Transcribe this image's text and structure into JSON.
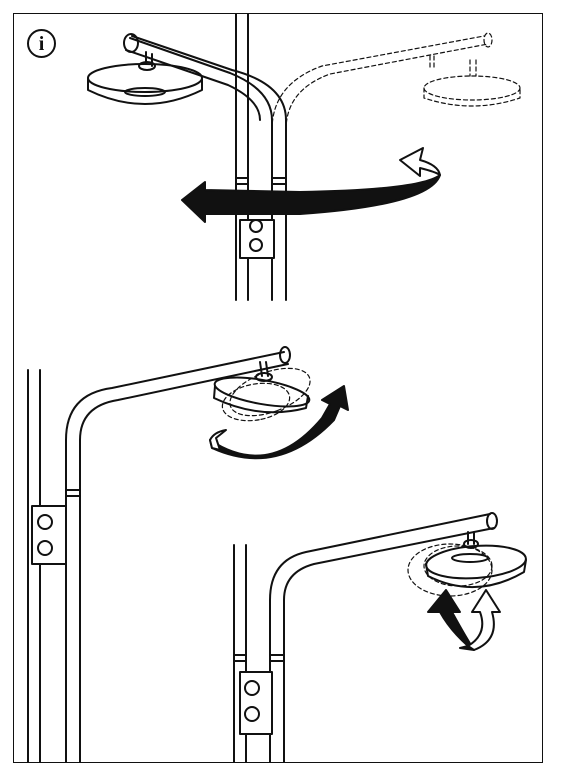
{
  "info_icon": {
    "glyph": "i",
    "name": "info-icon"
  },
  "colors": {
    "ink": "#111111",
    "paper": "#ffffff"
  },
  "steps": [
    {
      "id": "step-1",
      "arrow": "curved-arrow-rotate-arm-left"
    },
    {
      "id": "step-2",
      "arrow": "curved-arrow-tilt-head"
    },
    {
      "id": "step-3",
      "arrow": "curved-arrow-swivel-head"
    }
  ]
}
